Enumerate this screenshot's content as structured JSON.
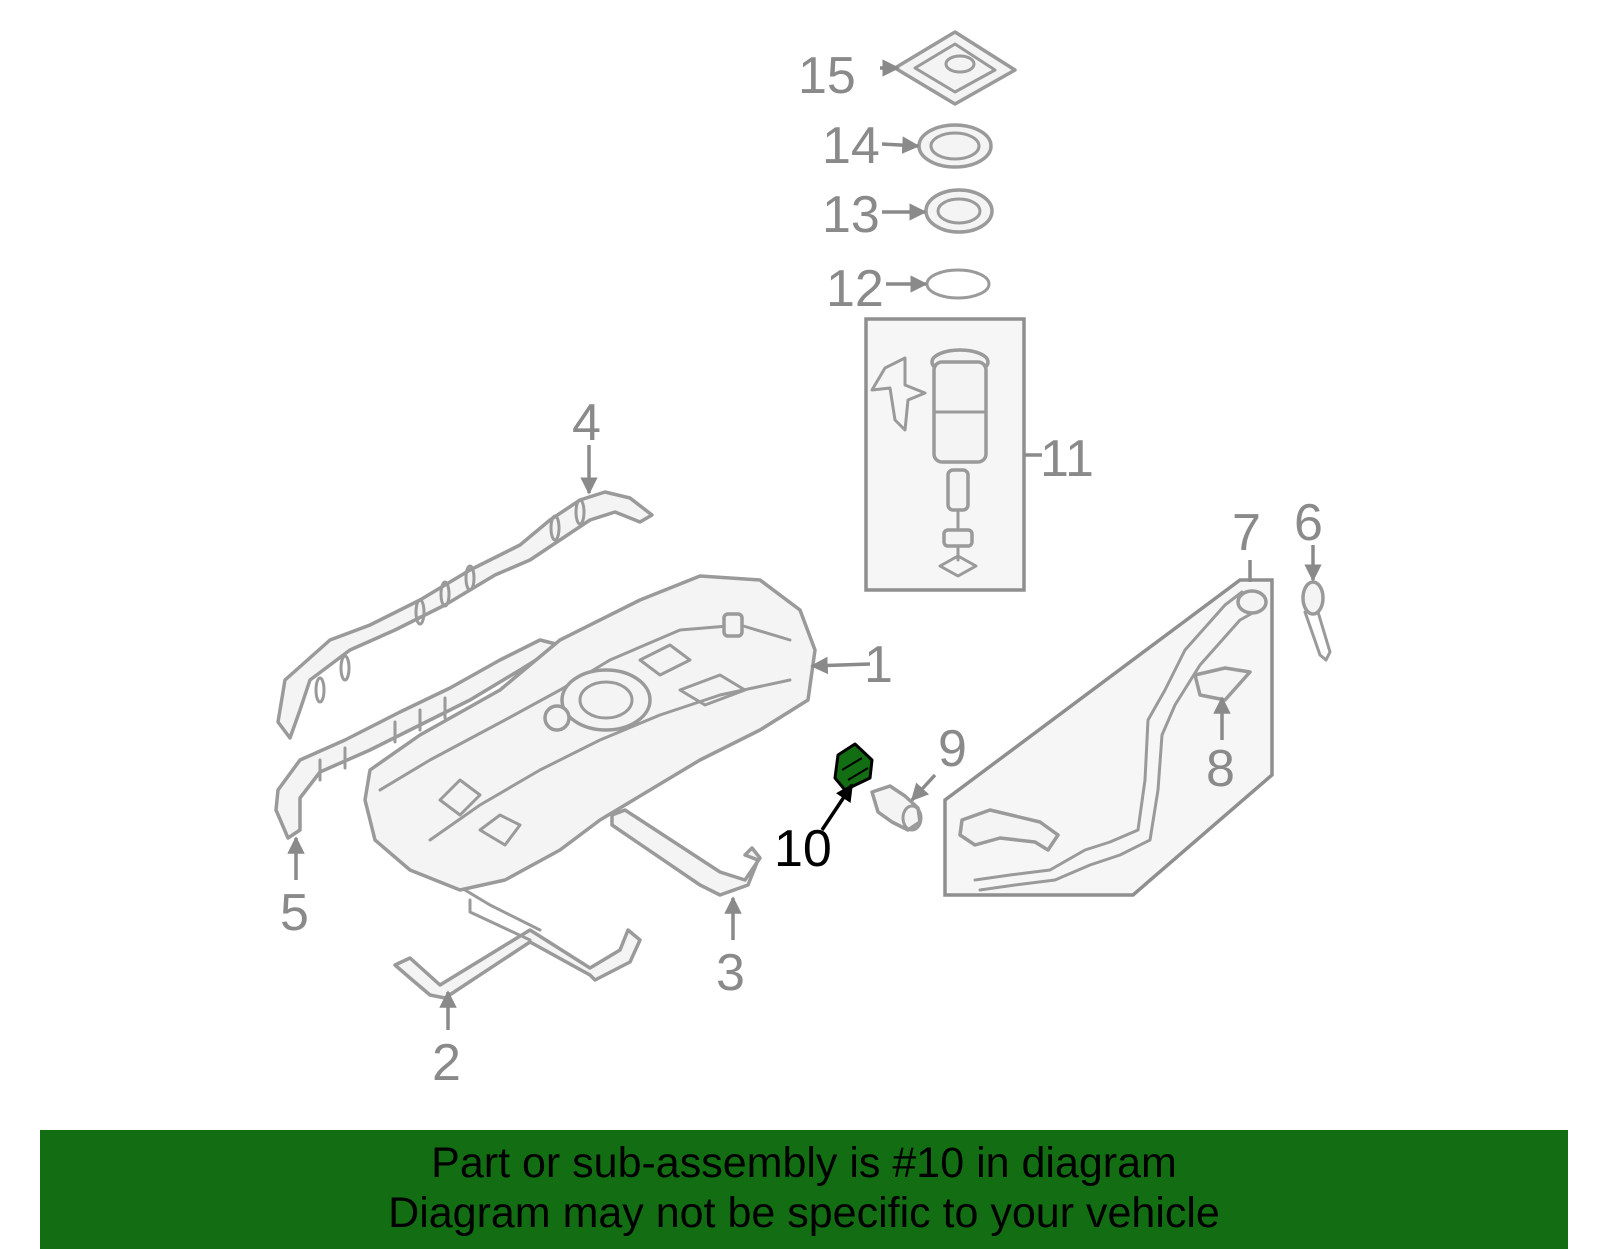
{
  "highlight_color": "#136d13",
  "highlighted_part": "10",
  "callouts": {
    "c1": "1",
    "c2": "2",
    "c3": "3",
    "c4": "4",
    "c5": "5",
    "c6": "6",
    "c7": "7",
    "c8": "8",
    "c9": "9",
    "c10": "10",
    "c11": "11",
    "c12": "12",
    "c13": "13",
    "c14": "14",
    "c15": "15"
  },
  "banner": {
    "line1": "Part or sub-assembly is #10 in diagram",
    "line2": "Diagram may not be specific to your vehicle"
  }
}
